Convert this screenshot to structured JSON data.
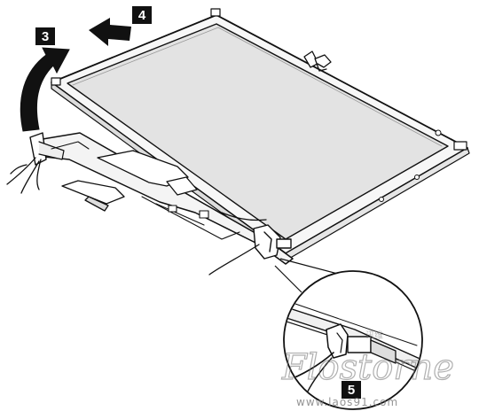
{
  "callouts": [
    {
      "label": "3"
    },
    {
      "label": "4"
    },
    {
      "label": "5"
    }
  ],
  "watermark": {
    "script_text": "Flostorne",
    "url_text": "www.laos91.com",
    "cn_text": "讯维"
  },
  "colors": {
    "line": "#111111",
    "panel_fill": "#e3e3e3",
    "frame_fill": "#f7f7f7",
    "callout_box": "#111111"
  }
}
